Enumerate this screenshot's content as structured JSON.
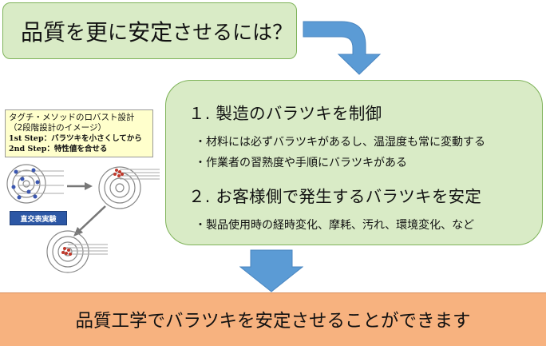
{
  "title": {
    "p1": "品質",
    "p2": "を",
    "p3": "更",
    "p4": "に",
    "p5": "安定",
    "p6": "させるには？"
  },
  "section1": {
    "heading": "１. 製造のバラツキを制御",
    "bullets": [
      "・材料には必ずバラツキがあるし、温湿度も常に変動する",
      "・作業者の習熟度や手順にバラツキがある"
    ]
  },
  "section2": {
    "heading": "２. お客様側で発生するバラツキを安定",
    "bullets": [
      "・製品使用時の経時変化、摩耗、汚れ、環境変化、など"
    ]
  },
  "info": {
    "line1": "タグチ・メソッドのロバスト設計",
    "line2": "（2段階設計のイメージ）",
    "step1": "1st Step：バラツキを小さくしてから",
    "step2": "2nd Step：特性値を合せる"
  },
  "ortho_label": "直交表実験",
  "conclusion": "品質工学でバラツキを安定させることができます",
  "colors": {
    "green_fill": "#d9ebc6",
    "green_border": "#7fb35a",
    "arrow_blue": "#5b9bd5",
    "orange": "#f7b27f"
  }
}
